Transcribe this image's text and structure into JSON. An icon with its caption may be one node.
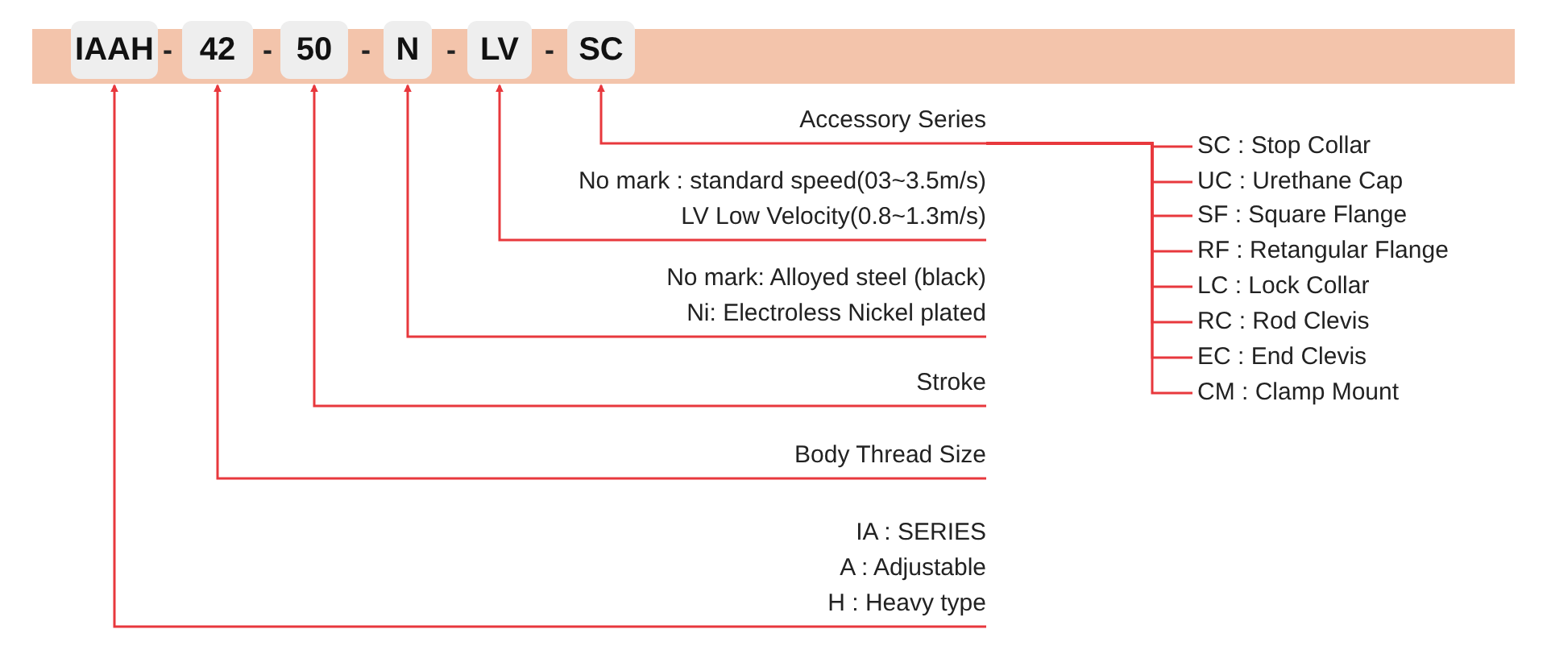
{
  "diagram": {
    "nodes": [
      {
        "text": [],
        "shape": "bar"
      },
      {
        "text": [
          "IAAH"
        ],
        "in": 0
      },
      {
        "text": [
          "42"
        ],
        "in": 0
      },
      {
        "text": [
          "50"
        ],
        "in": 0
      },
      {
        "text": [
          "N"
        ],
        "in": 0
      },
      {
        "text": [
          "LV"
        ],
        "in": 0
      },
      {
        "text": [
          "SC"
        ],
        "in": 0
      },
      {
        "text": [
          "Accessory Series"
        ]
      },
      {
        "text": [
          "No mark : standard speed(03~3.5m/s)",
          "LV Low Velocity(0.8~1.3m/s)"
        ]
      },
      {
        "text": [
          "No mark: Alloyed steel (black)",
          "Ni: Electroless Nickel plated"
        ]
      },
      {
        "text": [
          "Stroke"
        ]
      },
      {
        "text": [
          "Body Thread Size"
        ]
      },
      {
        "text": [
          "IA : SERIES",
          "A : Adjustable",
          "H : Heavy type"
        ]
      },
      {
        "text": [
          "SC : Stop Collar"
        ]
      },
      {
        "text": [
          "UC : Urethane Cap"
        ]
      },
      {
        "text": [
          "SF : Square Flange"
        ]
      },
      {
        "text": [
          "RF : Retangular Flange"
        ]
      },
      {
        "text": [
          "LC : Lock Collar"
        ]
      },
      {
        "text": [
          "RC : Rod Clevis"
        ]
      },
      {
        "text": [
          "EC : End Clevis"
        ]
      },
      {
        "text": [
          "CM : Clamp Mount"
        ]
      }
    ],
    "edges": [
      {
        "from": 7,
        "to": 6,
        "arrow": "to"
      },
      {
        "from": 8,
        "to": 5,
        "arrow": "to"
      },
      {
        "from": 9,
        "to": 4,
        "arrow": "to"
      },
      {
        "from": 10,
        "to": 3,
        "arrow": "to"
      },
      {
        "from": 11,
        "to": 2,
        "arrow": "to"
      },
      {
        "from": 12,
        "to": 1,
        "arrow": "to"
      },
      {
        "from": 7,
        "to": 13,
        "arrow": "none"
      },
      {
        "from": 7,
        "to": 14,
        "arrow": "none"
      },
      {
        "from": 7,
        "to": 15,
        "arrow": "none"
      },
      {
        "from": 7,
        "to": 16,
        "arrow": "none"
      },
      {
        "from": 7,
        "to": 17,
        "arrow": "none"
      },
      {
        "from": 7,
        "to": 18,
        "arrow": "none"
      },
      {
        "from": 7,
        "to": 19,
        "arrow": "none"
      },
      {
        "from": 7,
        "to": 20,
        "arrow": "none"
      }
    ],
    "labels": [
      "-",
      "-",
      "-",
      "-",
      "-"
    ]
  }
}
